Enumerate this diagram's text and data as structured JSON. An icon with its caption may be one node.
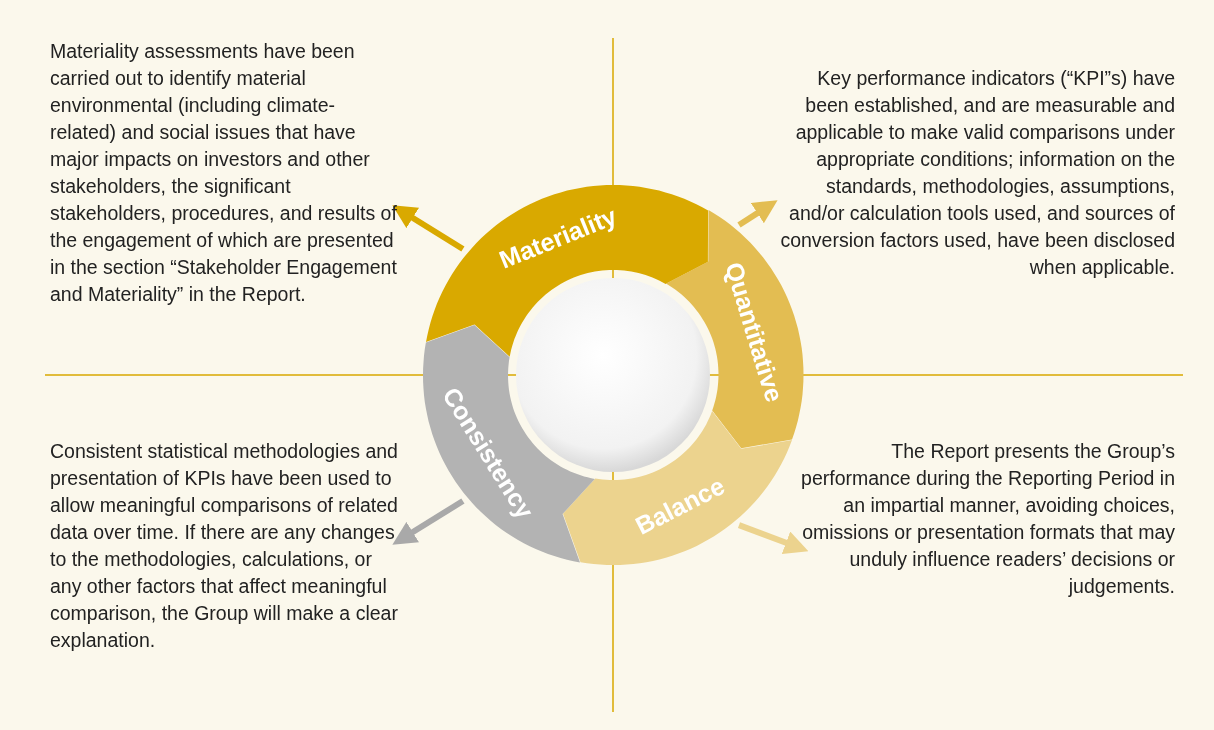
{
  "diagram": {
    "nodes": [
      {
        "text": [
          "Materiality"
        ]
      },
      {
        "text": [
          "Quantitative"
        ]
      },
      {
        "text": [
          "Balance"
        ]
      },
      {
        "text": [
          "Consistency"
        ]
      },
      {
        "text": [
          "Materiality assessments have been carried out to identify material environmental (including climate-related) and social issues that have major impacts on investors and other stakeholders, the significant stakeholders, procedures, and results of the engagement of which are presented in the section “Stakeholder Engagement and Materiality” in the Report."
        ]
      },
      {
        "text": [
          "Key performance indicators (“KPI”s) have been established, and are measurable and applicable to make valid comparisons under appropriate conditions; information on the standards, methodologies, assumptions, and/or calculation tools used, and sources of conversion factors used, have been disclosed when applicable."
        ]
      },
      {
        "text": [
          "The Report presents the Group’s performance during the Reporting Period in an impartial manner, avoiding choices, omissions or presentation formats that may unduly influence readers’ decisions or judgements."
        ]
      },
      {
        "text": [
          "Consistent statistical methodologies and presentation of KPIs have been used to allow meaningful comparisons of related data over time. If there are any changes to the methodologies, calculations, or any other factors that affect meaningful comparison, the Group will make a clear explanation."
        ]
      },
      {
        "text": [],
        "shape": "circle"
      }
    ],
    "edges": [
      {
        "from": 0,
        "to": 4,
        "arrow": "to",
        "color": "#d9a900"
      },
      {
        "from": 1,
        "to": 5,
        "arrow": "to",
        "color": "#e3bd52"
      },
      {
        "from": 2,
        "to": 6,
        "arrow": "to",
        "color": "#ecd38e"
      },
      {
        "from": 3,
        "to": 7,
        "arrow": "to",
        "color": "#a9a9a9"
      }
    ]
  }
}
